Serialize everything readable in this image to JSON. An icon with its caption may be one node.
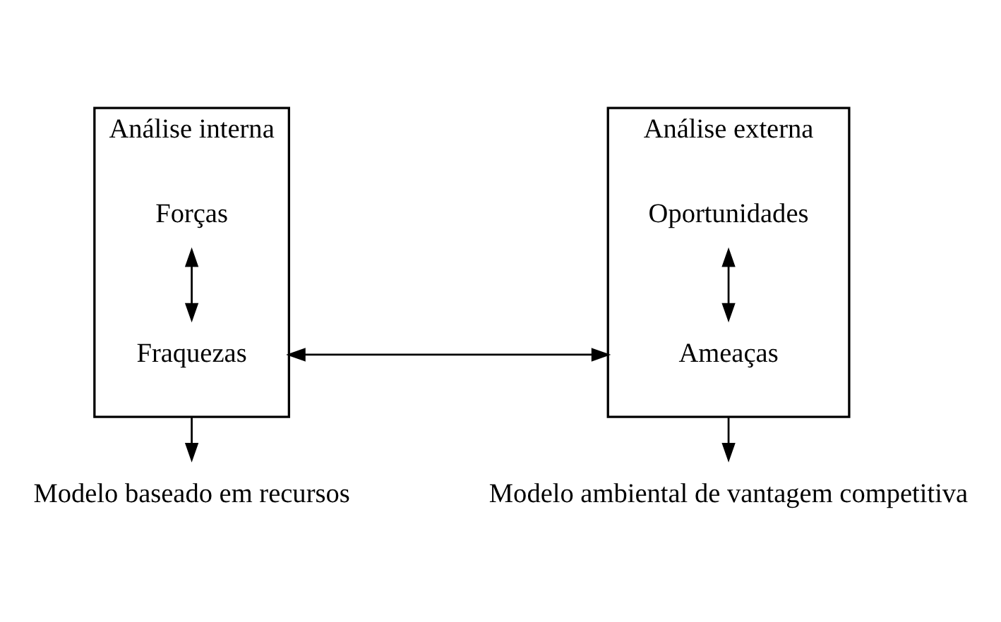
{
  "diagram": {
    "nodes": [
      {
        "text": [
          "Análise interna"
        ]
      },
      {
        "text": [
          "Forças"
        ],
        "in": 0
      },
      {
        "text": [
          "Fraquezas"
        ],
        "in": 0
      },
      {
        "text": [
          "Análise externa"
        ]
      },
      {
        "text": [
          "Oportunidades"
        ],
        "in": 3
      },
      {
        "text": [
          "Ameaças"
        ],
        "in": 3
      },
      {
        "text": [
          "Modelo baseado em recursos"
        ]
      },
      {
        "text": [
          "Modelo ambiental de vantagem competitiva"
        ]
      }
    ],
    "edges": [
      {
        "from": 1,
        "to": 2,
        "arrow": "both"
      },
      {
        "from": 0,
        "to": 3,
        "arrow": "both"
      },
      {
        "from": 4,
        "to": 5,
        "arrow": "both"
      },
      {
        "from": 0,
        "to": 6,
        "arrow": "to"
      },
      {
        "from": 3,
        "to": 7,
        "arrow": "to"
      }
    ]
  }
}
